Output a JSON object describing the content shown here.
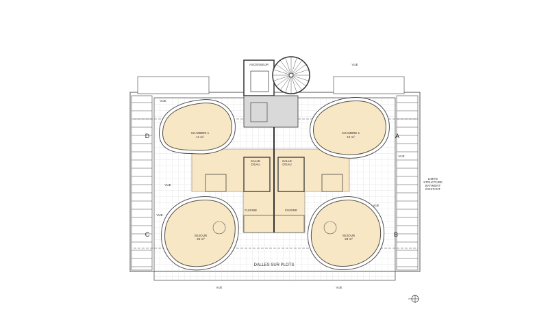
{
  "colors": {
    "room_fill": "#f8e7c4",
    "service_fill": "#d9d9d9",
    "wall": "#333333",
    "grid": "#c8c8c8"
  },
  "labels": {
    "bedroom_left": {
      "name": "CHAMBRE 1",
      "area": "11 m²"
    },
    "bedroom_right": {
      "name": "CHAMBRE 1",
      "area": "12 m²"
    },
    "living_left": {
      "name": "SEJOUR",
      "area": "25 m²"
    },
    "living_right": {
      "name": "SEJOUR",
      "area": "28 m²"
    },
    "bath_left": {
      "name": "SALLE",
      "name2": "D'EAU"
    },
    "bath_right": {
      "name": "SALLE",
      "name2": "D'EAU"
    },
    "kitchen_left": "CUISINE",
    "kitchen_right": "CUISINE",
    "terrace": "DALLES SUR PLOTS",
    "elevator": "ASCENSEUR",
    "structure_limit": [
      "LIMITE",
      "STRUCTURE",
      "BATIMENT",
      "EXISTANT"
    ],
    "view": "VUE",
    "sections": [
      "A",
      "B",
      "C",
      "D"
    ]
  }
}
